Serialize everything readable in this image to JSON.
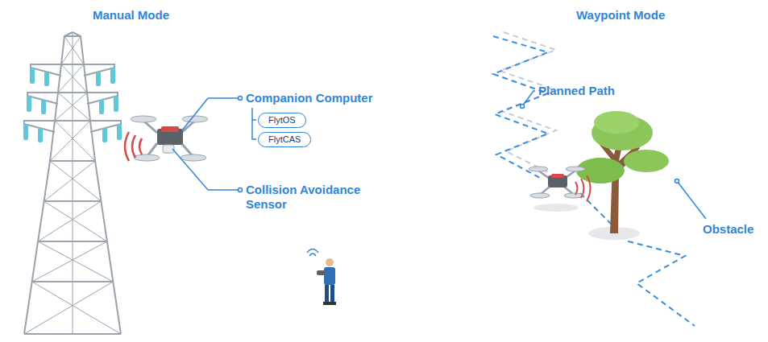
{
  "diagram": {
    "nodes": [
      {
        "text": [
          "FlytOS"
        ]
      },
      {
        "text": [
          "FlytCAS"
        ]
      }
    ],
    "edges": [],
    "labels": [
      "Manual Mode",
      "Waypoint Mode",
      "Companion Computer",
      "Collision Avoidance Sensor",
      "Planned Path",
      "Obstacle"
    ]
  }
}
